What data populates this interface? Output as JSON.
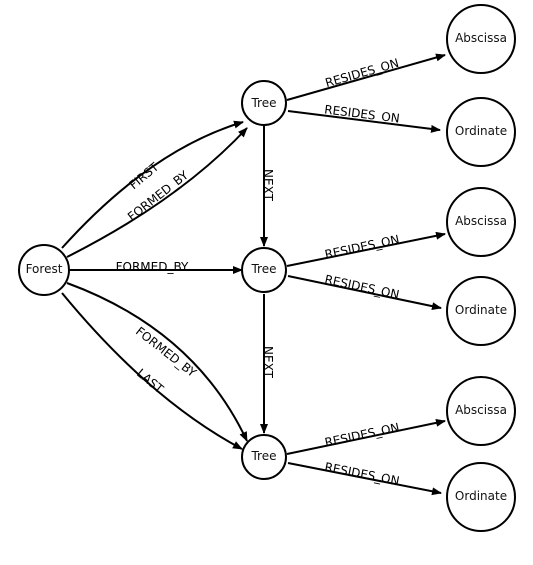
{
  "nodes": [
    {
      "id": "forest",
      "label": "Forest"
    },
    {
      "id": "tree1",
      "label": "Tree"
    },
    {
      "id": "tree2",
      "label": "Tree"
    },
    {
      "id": "tree3",
      "label": "Tree"
    },
    {
      "id": "abs1",
      "label": "Abscissa"
    },
    {
      "id": "ord1",
      "label": "Ordinate"
    },
    {
      "id": "abs2",
      "label": "Abscissa"
    },
    {
      "id": "ord2",
      "label": "Ordinate"
    },
    {
      "id": "abs3",
      "label": "Abscissa"
    },
    {
      "id": "ord3",
      "label": "Ordinate"
    }
  ],
  "edges": [
    {
      "id": "forest-first-tree1",
      "from": "forest",
      "to": "tree1",
      "label": "FIRST"
    },
    {
      "id": "forest-formedby-tree1",
      "from": "forest",
      "to": "tree1",
      "label": "FORMED_BY"
    },
    {
      "id": "forest-formedby-tree2",
      "from": "forest",
      "to": "tree2",
      "label": "FORMED_BY"
    },
    {
      "id": "forest-formedby-tree3",
      "from": "forest",
      "to": "tree3",
      "label": "FORMED_BY"
    },
    {
      "id": "forest-last-tree3",
      "from": "forest",
      "to": "tree3",
      "label": "LAST"
    },
    {
      "id": "tree1-next-tree2",
      "from": "tree1",
      "to": "tree2",
      "label": "NEXT"
    },
    {
      "id": "tree2-next-tree3",
      "from": "tree2",
      "to": "tree3",
      "label": "NEXT"
    },
    {
      "id": "tree1-resides-abs1",
      "from": "tree1",
      "to": "abs1",
      "label": "RESIDES_ON"
    },
    {
      "id": "tree1-resides-ord1",
      "from": "tree1",
      "to": "ord1",
      "label": "RESIDES_ON"
    },
    {
      "id": "tree2-resides-abs2",
      "from": "tree2",
      "to": "abs2",
      "label": "RESIDES_ON"
    },
    {
      "id": "tree2-resides-ord2",
      "from": "tree2",
      "to": "ord2",
      "label": "RESIDES_ON"
    },
    {
      "id": "tree3-resides-abs3",
      "from": "tree3",
      "to": "abs3",
      "label": "RESIDES_ON"
    },
    {
      "id": "tree3-resides-ord3",
      "from": "tree3",
      "to": "ord3",
      "label": "RESIDES_ON"
    }
  ]
}
